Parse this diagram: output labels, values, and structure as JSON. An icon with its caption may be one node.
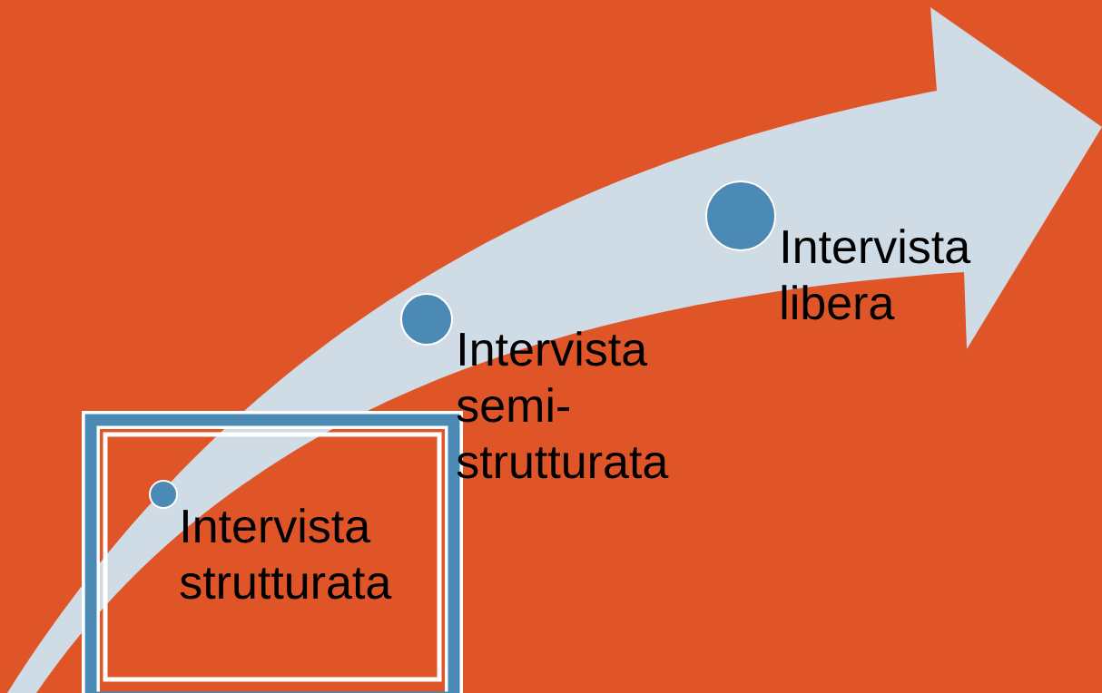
{
  "diagram": {
    "nodes": [
      {
        "text": [],
        "shape": "box"
      },
      {
        "text": [],
        "shape": "circle",
        "in": 0,
        "beside": [
          "Intervista strutturata"
        ]
      },
      {
        "text": [],
        "shape": "circle",
        "beside": [
          "Intervista semi-strutturata"
        ]
      },
      {
        "text": [],
        "shape": "circle",
        "beside": [
          "Intervista libera"
        ]
      }
    ]
  }
}
